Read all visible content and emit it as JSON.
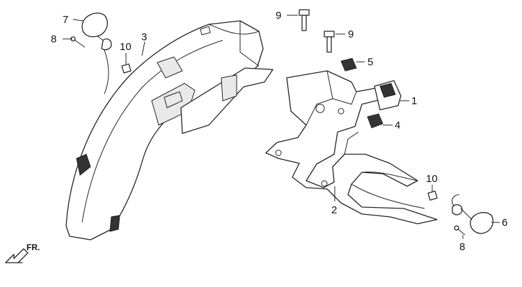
{
  "callouts": {
    "c7_top": "7",
    "c8_top": "8",
    "c3": "3",
    "c10_top": "10",
    "c9_a": "9",
    "c9_b": "9",
    "c5": "5",
    "c1": "1",
    "c4": "4",
    "c2": "2",
    "c10_bottom": "10",
    "c6": "6",
    "c8_bottom": "8"
  },
  "direction_label": "FR.",
  "icons": {
    "direction": "forward-arrow-icon"
  }
}
